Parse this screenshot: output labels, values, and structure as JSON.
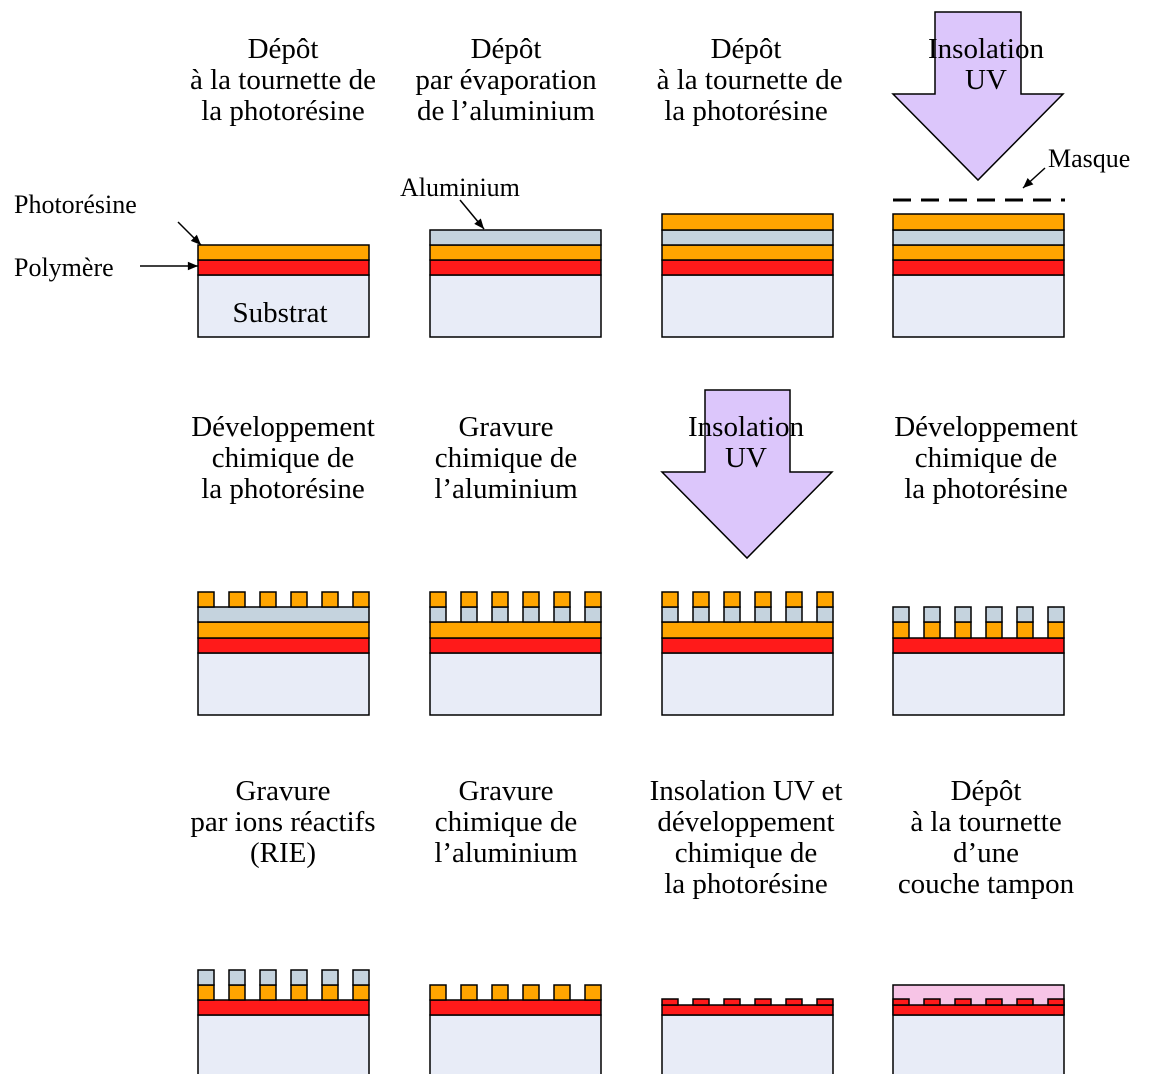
{
  "colors": {
    "substrat": "#e8ecf7",
    "polymere": "#ff1a1a",
    "photoresine": "#ffa500",
    "aluminium": "#c5d3de",
    "tampon": "#f7c4e6",
    "uv_arrow": "#dcc6fb",
    "outline": "#000000"
  },
  "labels": {
    "photoresine": "Photorésine",
    "polymere": "Polymère",
    "substrat": "Substrat",
    "aluminium": "Aluminium",
    "masque": "Masque"
  },
  "steps": [
    {
      "lines": [
        "Dépôt",
        "à la tournette de",
        "la photorésine"
      ]
    },
    {
      "lines": [
        "Dépôt",
        "par évaporation",
        "de l’aluminium"
      ]
    },
    {
      "lines": [
        "Dépôt",
        " à la tournette de",
        "la photorésine"
      ]
    },
    {
      "lines": [
        "Insolation",
        "UV"
      ]
    },
    {
      "lines": [
        "Développement",
        "chimique de",
        "la photorésine"
      ]
    },
    {
      "lines": [
        "Gravure",
        "chimique de",
        "l’aluminium"
      ]
    },
    {
      "lines": [
        "Insolation",
        "UV"
      ]
    },
    {
      "lines": [
        "Développement",
        "chimique de",
        "la photorésine"
      ]
    },
    {
      "lines": [
        "Gravure",
        "par ions réactifs",
        "(RIE)"
      ]
    },
    {
      "lines": [
        "Gravure",
        "chimique de",
        "l’aluminium"
      ]
    },
    {
      "lines": [
        "Insolation UV et",
        "développement",
        "chimique de",
        "la photorésine"
      ]
    },
    {
      "lines": [
        "Dépôt",
        "à la tournette",
        "d’une",
        "couche tampon"
      ]
    }
  ]
}
